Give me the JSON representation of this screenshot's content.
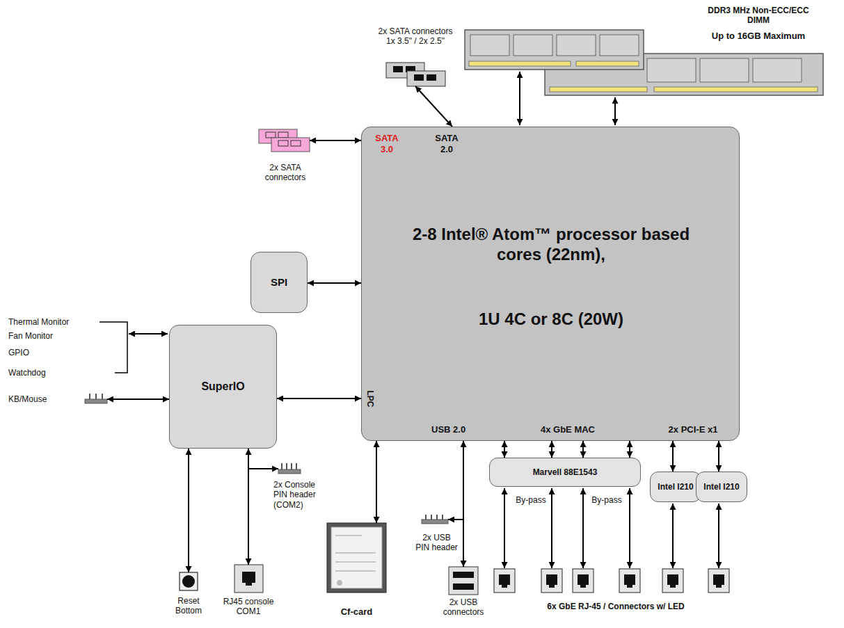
{
  "diagram": {
    "nodes": [
      {
        "text": [
          "2x SATA connectors 1x 3.5\" / 2x 2.5\""
        ]
      },
      {
        "text": [
          "2x SATA connectors"
        ]
      },
      {
        "text": [
          "SATA 3.0",
          "SATA 2.0",
          "2-8 Intel® Atom™ processor based cores (22nm),",
          "1U 4C or 8C (20W)",
          "LPC",
          "USB 2.0",
          "4x GbE MAC",
          "2x PCI-E x1"
        ]
      },
      {
        "text": [
          "SPI"
        ]
      },
      {
        "text": [
          "SuperIO"
        ]
      },
      {
        "text": [
          "KB/Mouse"
        ]
      },
      {
        "text": [
          "Marvell 88E1543"
        ]
      },
      {
        "text": [
          "Intel I210"
        ]
      },
      {
        "text": [
          "Intel I210"
        ]
      },
      {
        "text": [
          "2x Console PIN header (COM2)"
        ]
      },
      {
        "text": [
          "2x USB PIN header"
        ]
      },
      {
        "text": [
          "Cf-card"
        ]
      },
      {
        "text": [
          "Reset Bottom"
        ]
      },
      {
        "text": [
          "RJ45 console COM1"
        ]
      },
      {
        "text": [
          "2x USB connectors"
        ]
      }
    ],
    "edges": [
      {
        "from": 0,
        "to": 2,
        "arrow": "both"
      },
      {
        "from": 1,
        "to": 2,
        "arrow": "both"
      },
      {
        "from": 3,
        "to": 2,
        "arrow": "both"
      },
      {
        "from": 4,
        "to": 2,
        "arrow": "both"
      },
      {
        "from": 5,
        "to": 4,
        "arrow": "both"
      },
      {
        "from": 4,
        "to": 12,
        "arrow": "both"
      },
      {
        "from": 4,
        "to": 13,
        "arrow": "both"
      },
      {
        "from": 4,
        "to": 9,
        "arrow": "to"
      },
      {
        "from": 2,
        "to": 11,
        "arrow": "both"
      },
      {
        "from": 2,
        "to": 14,
        "arrow": "both"
      },
      {
        "from": 2,
        "to": 10,
        "arrow": "to"
      },
      {
        "from": 2,
        "to": 6,
        "arrow": "both"
      },
      {
        "from": 2,
        "to": 6,
        "arrow": "both"
      },
      {
        "from": 2,
        "to": 6,
        "arrow": "both"
      },
      {
        "from": 2,
        "to": 6,
        "arrow": "both"
      },
      {
        "from": 2,
        "to": 7,
        "arrow": "both"
      },
      {
        "from": 2,
        "to": 8,
        "arrow": "both"
      }
    ],
    "labels": [
      "DDR3  MHz Non-ECC/ECC DIMM",
      "Up to 16GB Maximum",
      "Thermal Monitor",
      "Fan Monitor",
      "GPIO",
      "Watchdog",
      "By-pass",
      "By-pass",
      "6x GbE RJ-45 / Connectors w/ LED"
    ]
  }
}
